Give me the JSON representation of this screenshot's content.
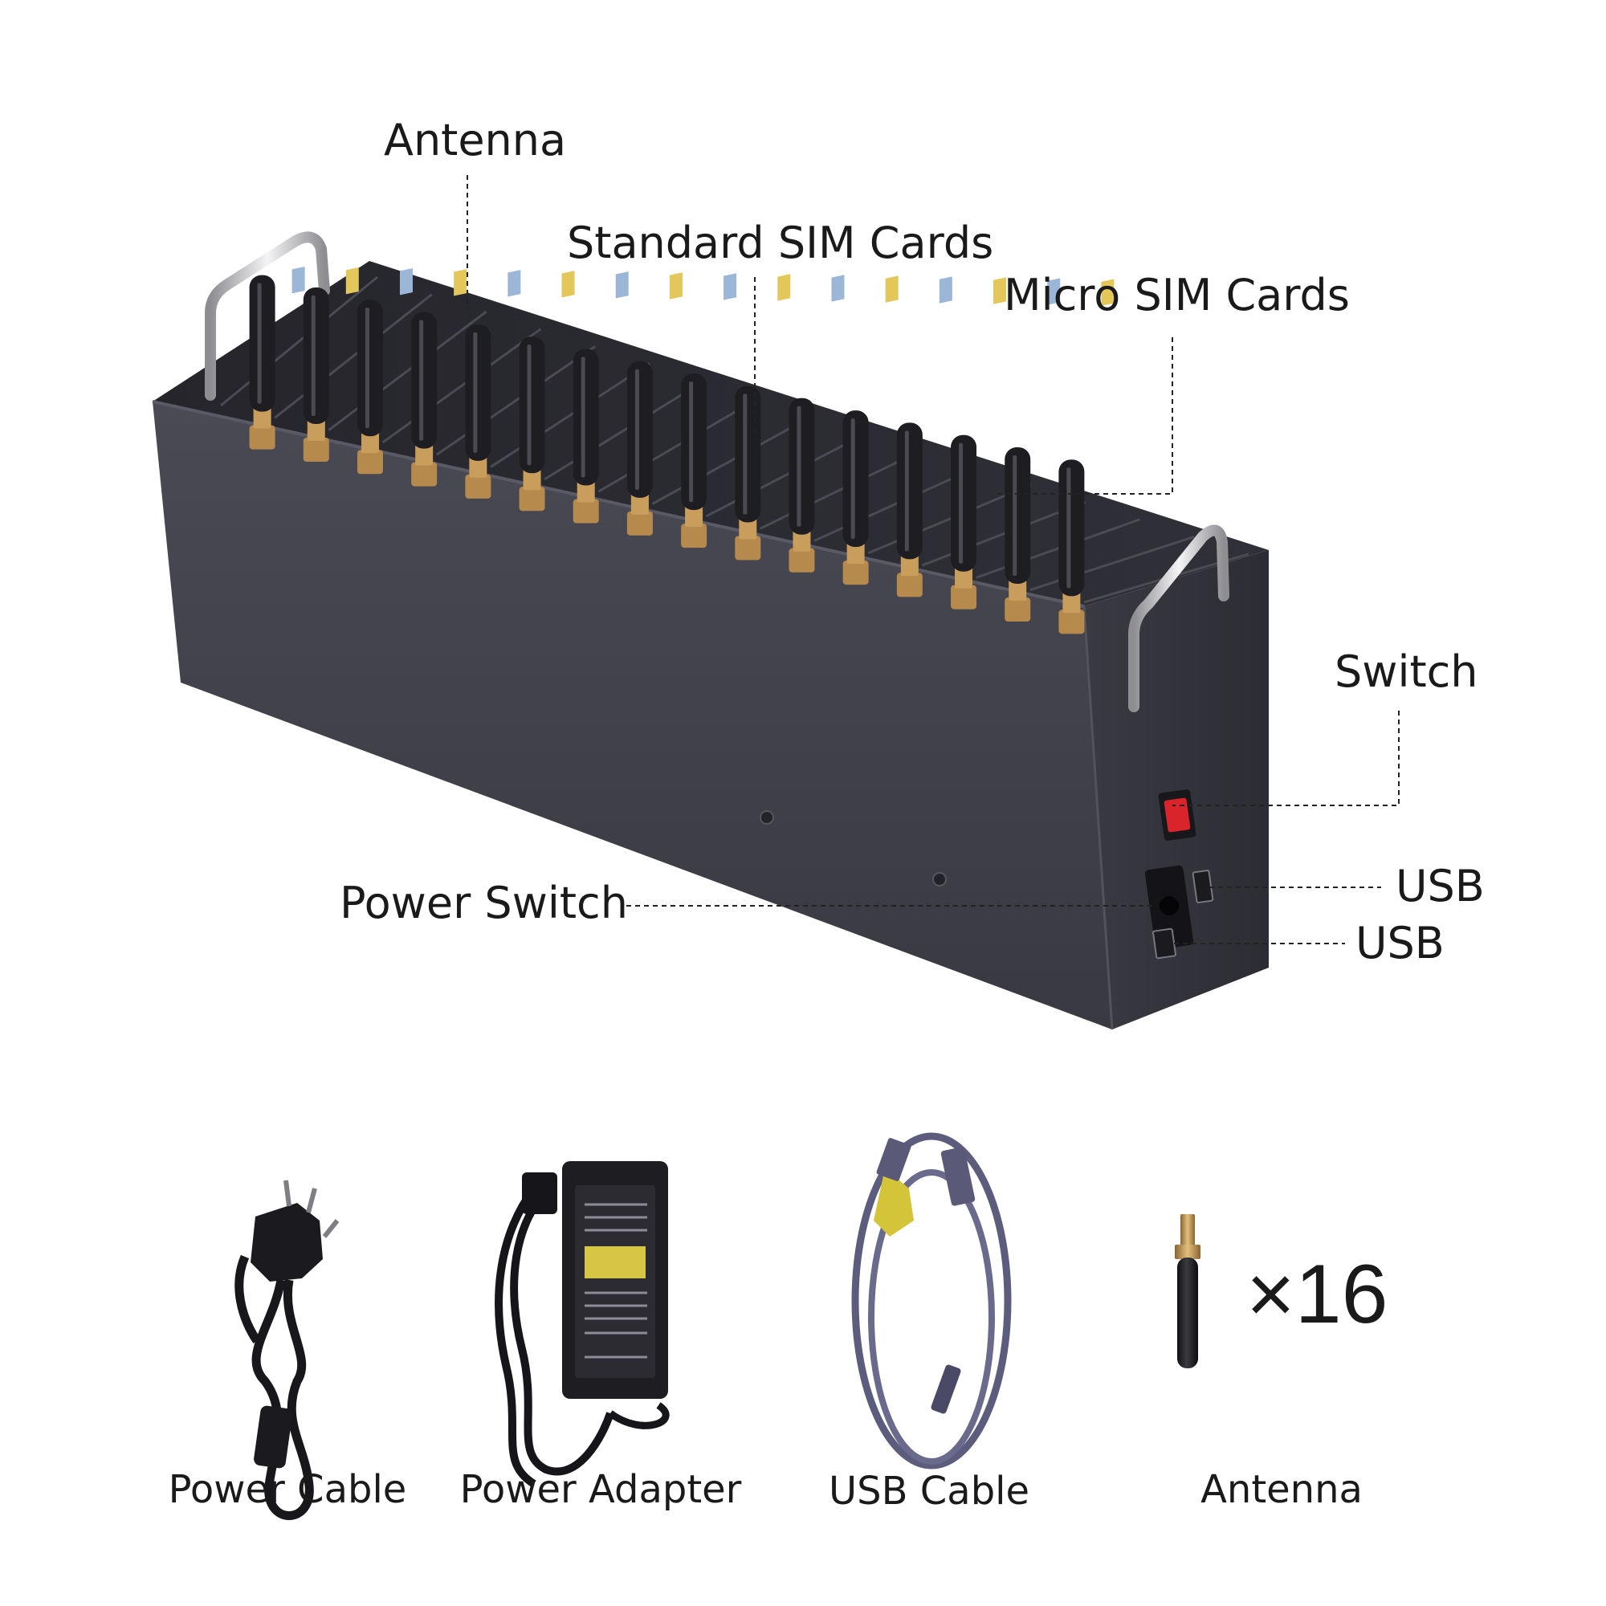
{
  "callouts": {
    "antenna": "Antenna",
    "standard_sim": "Standard SIM Cards",
    "micro_sim": "Micro SIM Cards",
    "switch": "Switch",
    "power_switch": "Power Switch",
    "usb_upper": "USB",
    "usb_lower": "USB"
  },
  "accessories": {
    "power_cable": "Power Cable",
    "power_adapter": "Power Adapter",
    "usb_cable": "USB Cable",
    "antenna": "Antenna",
    "antenna_quantity": "×16"
  },
  "product_photo": {
    "antenna_count": 16,
    "colors": {
      "chassis_front": "#3e3e48",
      "chassis_top": "#2c2c33",
      "chassis_side": "#33333b",
      "antenna": "#1e1e22",
      "connector": "#b58a4c",
      "switch": "#d8242a"
    }
  }
}
